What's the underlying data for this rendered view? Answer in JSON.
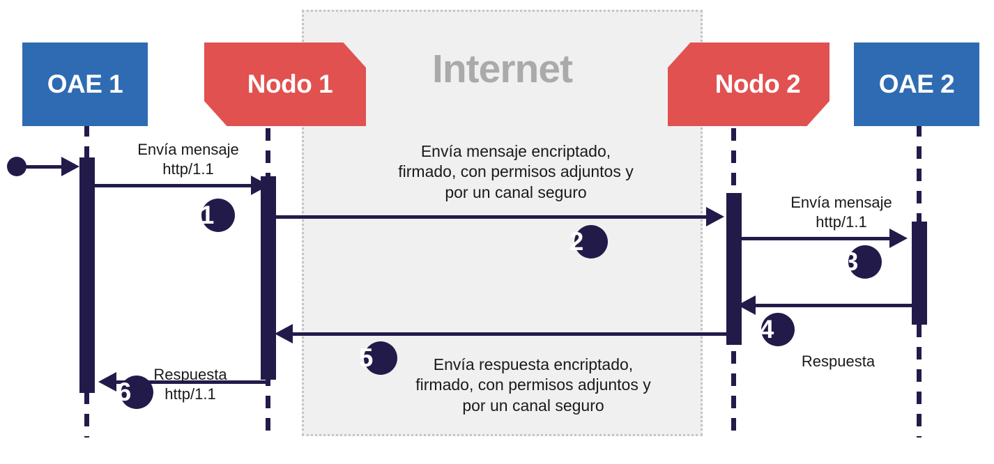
{
  "diagram": {
    "title": "Secuencia de intercambio de mensajes entre OAE y Nodos",
    "type": "sequence-diagram",
    "colors": {
      "oae": "#2f6bb3",
      "node": "#e1514f",
      "line": "#221b4a",
      "internet_fill": "#f0f0f0",
      "internet_border": "#c4c4c4",
      "internet_text": "#aaaaaa",
      "label_text": "#1a1a1a"
    }
  },
  "internet": {
    "label": "Internet"
  },
  "actors": [
    {
      "id": "oae1",
      "label": "OAE 1",
      "kind": "oae"
    },
    {
      "id": "nodo1",
      "label": "Nodo 1",
      "kind": "node"
    },
    {
      "id": "nodo2",
      "label": "Nodo 2",
      "kind": "node"
    },
    {
      "id": "oae2",
      "label": "OAE 2",
      "kind": "oae"
    }
  ],
  "messages": [
    {
      "step": "1",
      "from": "oae1",
      "to": "nodo1",
      "direction": "right",
      "label": "Envía mensaje\nhttp/1.1"
    },
    {
      "step": "2",
      "from": "nodo1",
      "to": "nodo2",
      "direction": "right",
      "label": "Envía mensaje encriptado,\nfirmado, con permisos adjuntos y\npor un canal seguro"
    },
    {
      "step": "3",
      "from": "nodo2",
      "to": "oae2",
      "direction": "right",
      "label": "Envía mensaje\nhttp/1.1"
    },
    {
      "step": "4",
      "from": "oae2",
      "to": "nodo2",
      "direction": "left",
      "label": "Respuesta"
    },
    {
      "step": "5",
      "from": "nodo2",
      "to": "nodo1",
      "direction": "left",
      "label": "Envía respuesta encriptado,\nfirmado, con permisos adjuntos y\npor un canal seguro"
    },
    {
      "step": "6",
      "from": "nodo1",
      "to": "oae1",
      "direction": "left",
      "label": "Respuesta\nhttp/1.1"
    }
  ]
}
